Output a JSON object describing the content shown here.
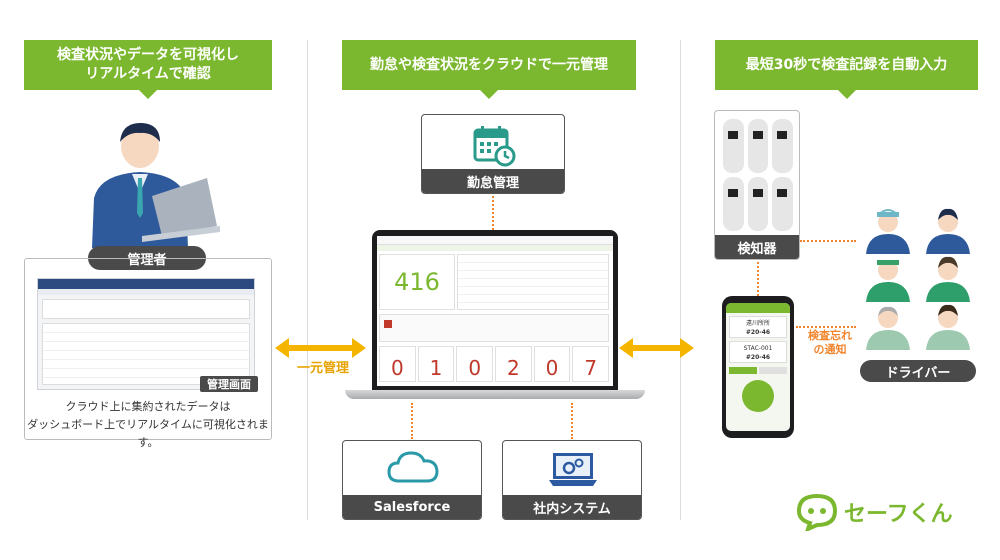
{
  "banners": {
    "left": [
      "検査状況やデータを可視化し",
      "リアルタイムで確認"
    ],
    "center": "勤怠や検査状況をクラウドで一元管理",
    "right": "最短30秒で検査記録を自動入力"
  },
  "labels": {
    "admin": "管理者",
    "admin_screen": "管理画面",
    "attendance": "勤怠管理",
    "central": "一元管理",
    "salesforce": "Salesforce",
    "internal": "社内システム",
    "detector": "検知器",
    "driver": "ドライバー",
    "notify": [
      "検査忘れ",
      "の通知"
    ]
  },
  "caption": [
    "クラウド上に集約されたデータは",
    "ダッシュボード上でリアルタイムに可視化されます。"
  ],
  "dashboard": {
    "big_number": "416",
    "counts": [
      "0",
      "1",
      "0",
      "2",
      "0",
      "7"
    ]
  },
  "phone": {
    "r1_line1": "遠川所所",
    "r1_value": "#20-46",
    "r2_line1": "STAC-001",
    "r2_value": "#20-46"
  },
  "logo": {
    "text": "セーフくん"
  },
  "colors": {
    "green": "#7cb82f",
    "dark": "#4a4a4a",
    "orange": "#f0852d",
    "yellow": "#f5b400"
  }
}
